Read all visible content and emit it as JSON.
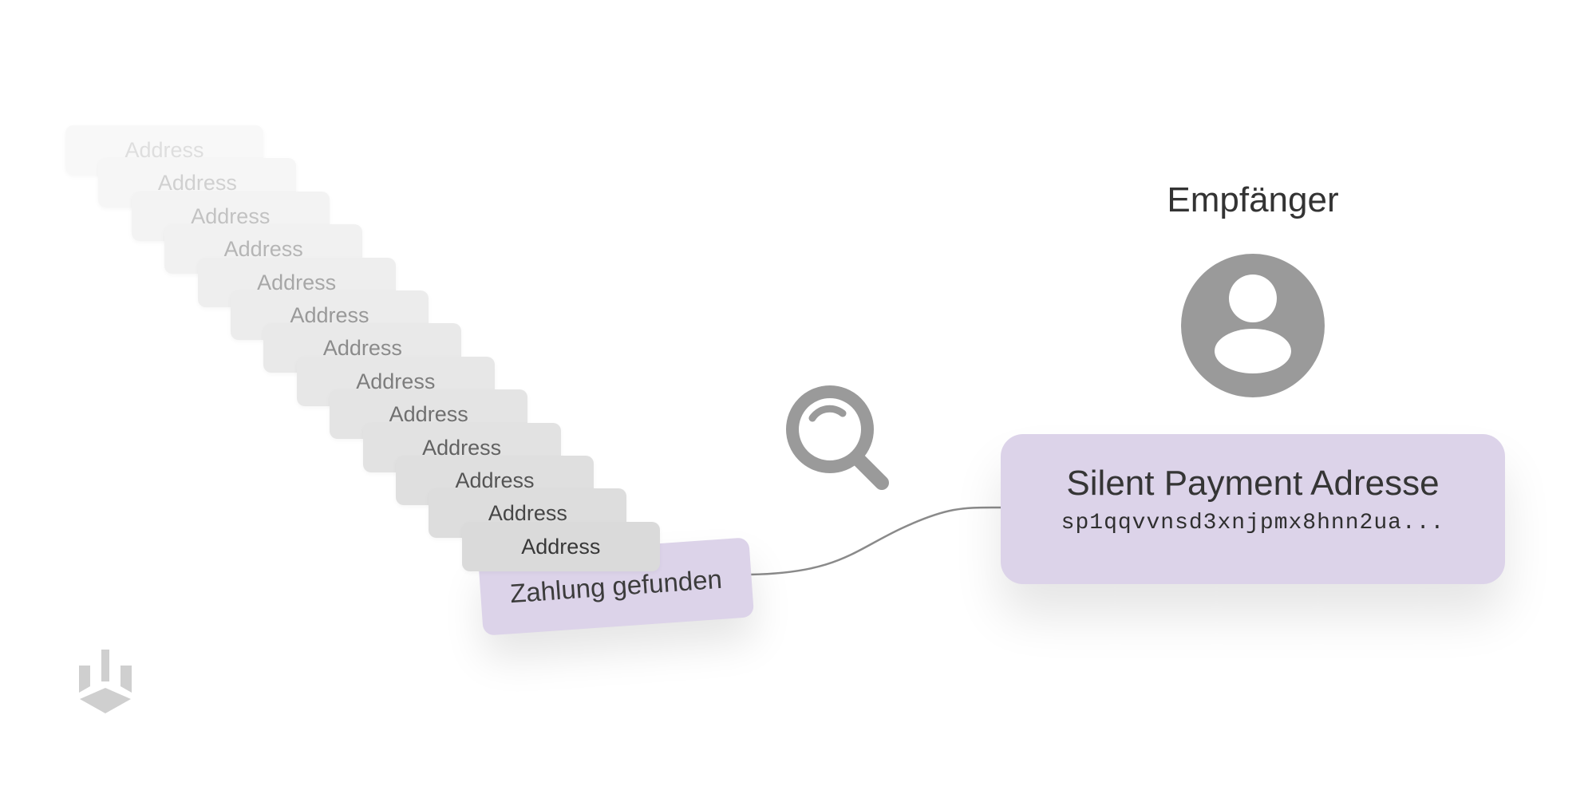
{
  "address_stack": {
    "label": "Address",
    "count": 13
  },
  "found_card": {
    "label": "Zahlung gefunden"
  },
  "recipient": {
    "title": "Empfänger"
  },
  "silent_payment": {
    "title": "Silent Payment Adresse",
    "address": "sp1qqvvnsd3xnjpmx8hnn2ua..."
  },
  "icons": {
    "search": "search-icon",
    "avatar": "user-avatar-icon",
    "logo": "logo-icon"
  },
  "colors": {
    "card_purple": "#dcd3e9",
    "icon_gray": "#9a9a9a"
  }
}
